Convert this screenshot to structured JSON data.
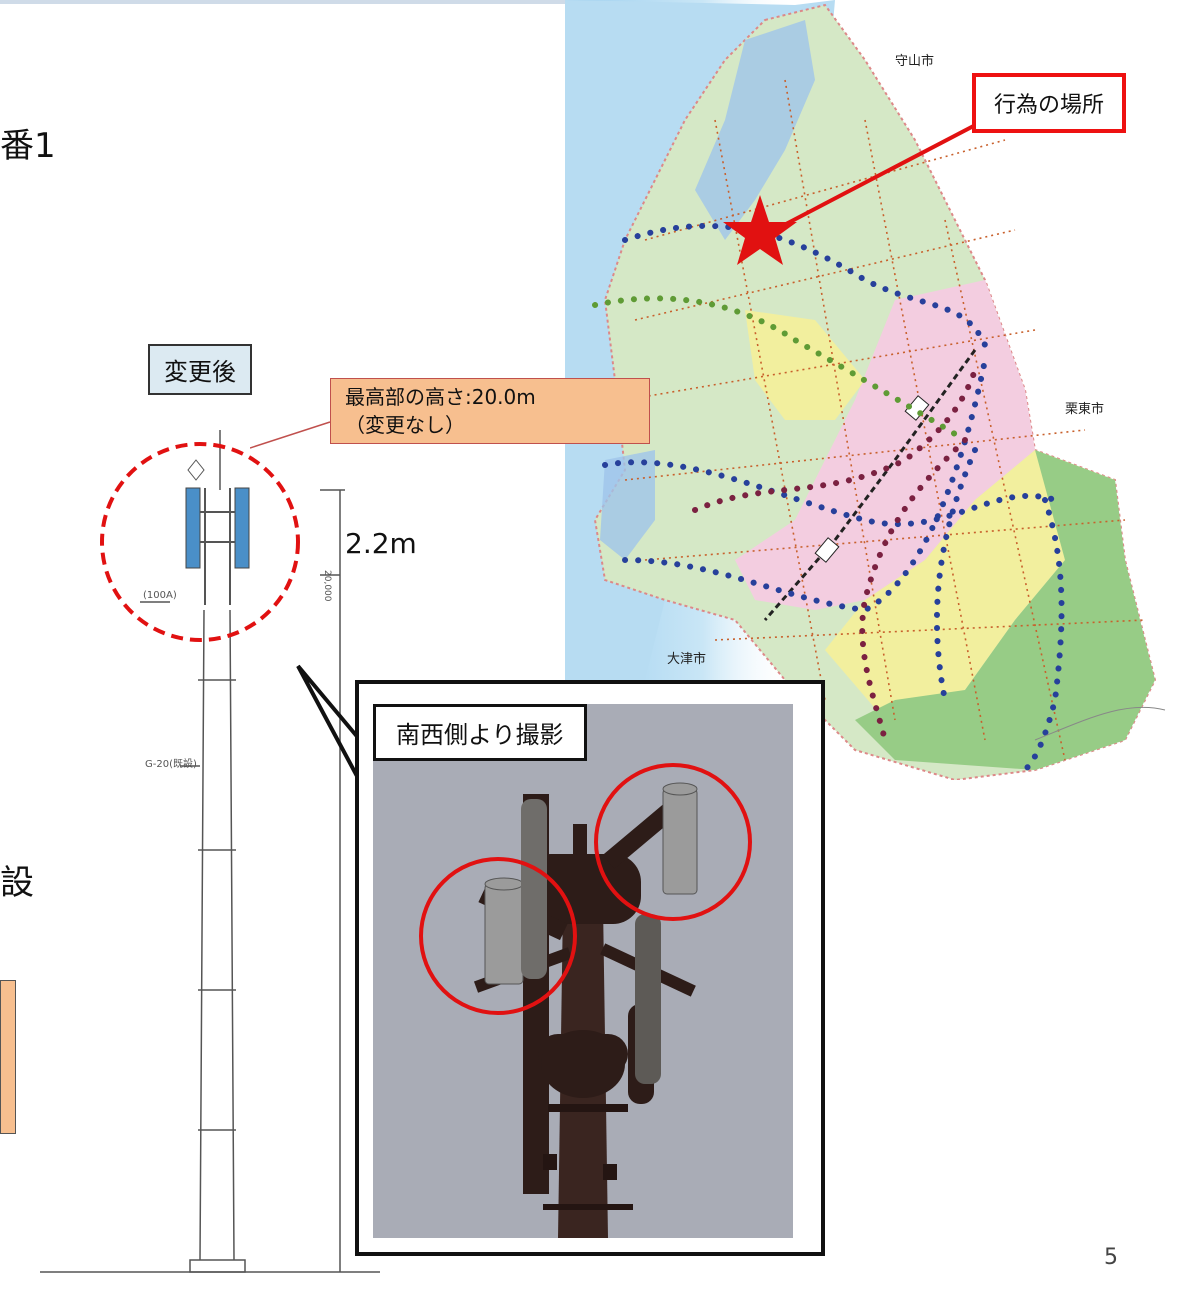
{
  "slide": {
    "page_number": "5",
    "left_fragment_top": "番1",
    "left_fragment_mid": "設"
  },
  "drawing": {
    "after_label": "変更後",
    "height_note_line1": "最高部の高さ:20.0m",
    "height_note_line2": "（変更なし）",
    "antenna_dimension": "2.2m",
    "small_label_1": "(100A)",
    "small_label_2": "G-20(既設)",
    "vertical_dim": "20,000"
  },
  "map": {
    "location_label": "行為の場所",
    "cities": [
      "守山市",
      "栗東市",
      "大津市"
    ]
  },
  "photo": {
    "caption": "南西側より撮影"
  },
  "colors": {
    "accent_red": "#e11111",
    "label_blue_bg": "#dceaf2",
    "note_orange_bg": "#f7bf8f"
  }
}
